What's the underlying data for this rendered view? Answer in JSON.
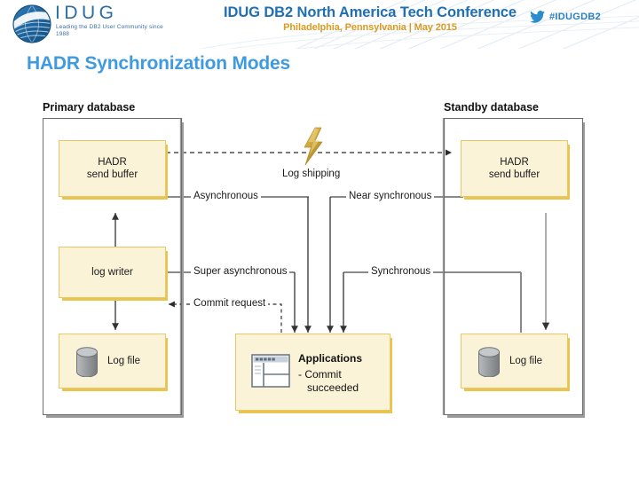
{
  "header": {
    "logo": {
      "wordmark": "IDUG",
      "tagline": "Leading the DB2 User Community since 1988",
      "icon": "idug-globe-icon"
    },
    "conference_title": "IDUG DB2 North America Tech Conference",
    "conference_subtitle": "Philadelphia, Pennsylvania |  May 2015",
    "twitter": {
      "icon": "twitter-bird-icon",
      "handle": "#IDUGDB2"
    }
  },
  "slide": {
    "title": "HADR Synchronization Modes"
  },
  "diagram": {
    "primary": {
      "label": "Primary database",
      "boxes": {
        "send_buffer": "HADR\nsend buffer",
        "send_buffer_line1": "HADR",
        "send_buffer_line2": "send buffer",
        "log_writer": "log writer",
        "log_file": "Log file"
      }
    },
    "standby": {
      "label": "Standby database",
      "boxes": {
        "send_buffer_line1": "HADR",
        "send_buffer_line2": "send buffer",
        "log_file": "Log file"
      }
    },
    "log_shipping": {
      "label": "Log shipping",
      "icon": "lightning-bolt-icon"
    },
    "modes": {
      "asynchronous": "Asynchronous",
      "super_asynchronous": "Super asynchronous",
      "commit_request": "Commit request",
      "near_synchronous": "Near synchronous",
      "synchronous": "Synchronous"
    },
    "applications": {
      "title": "Applications",
      "line1": "- Commit",
      "line2": "succeeded",
      "icon": "application-window-icon"
    }
  },
  "colors": {
    "box_fill": "#fbf3d8",
    "box_border": "#e8c767",
    "box_shadow": "#e9c54f",
    "outer_border": "#6d6d6d",
    "title_blue": "#3f9ae0",
    "conf_blue": "#1f6fb5",
    "conf_gold": "#d99b23",
    "connector_gray": "#8a8a8a",
    "arrow_dark": "#333333"
  }
}
